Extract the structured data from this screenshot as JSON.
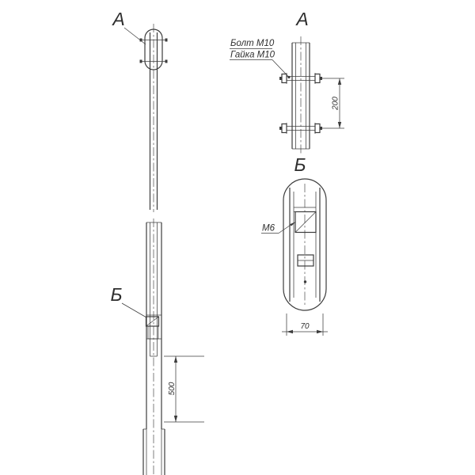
{
  "drawing": {
    "main_view": {
      "callout_a": "А",
      "callout_b": "Б",
      "dim_insertion": "500"
    },
    "detail_a": {
      "title": "А",
      "bolt_label": "Болт М10",
      "nut_label": "Гайка М10",
      "dim_bolt_spacing": "200"
    },
    "detail_b": {
      "title": "Б",
      "screw_label": "М6",
      "dim_width": "70"
    },
    "colors": {
      "line": "#3c3c3c",
      "background": "#ffffff"
    }
  }
}
